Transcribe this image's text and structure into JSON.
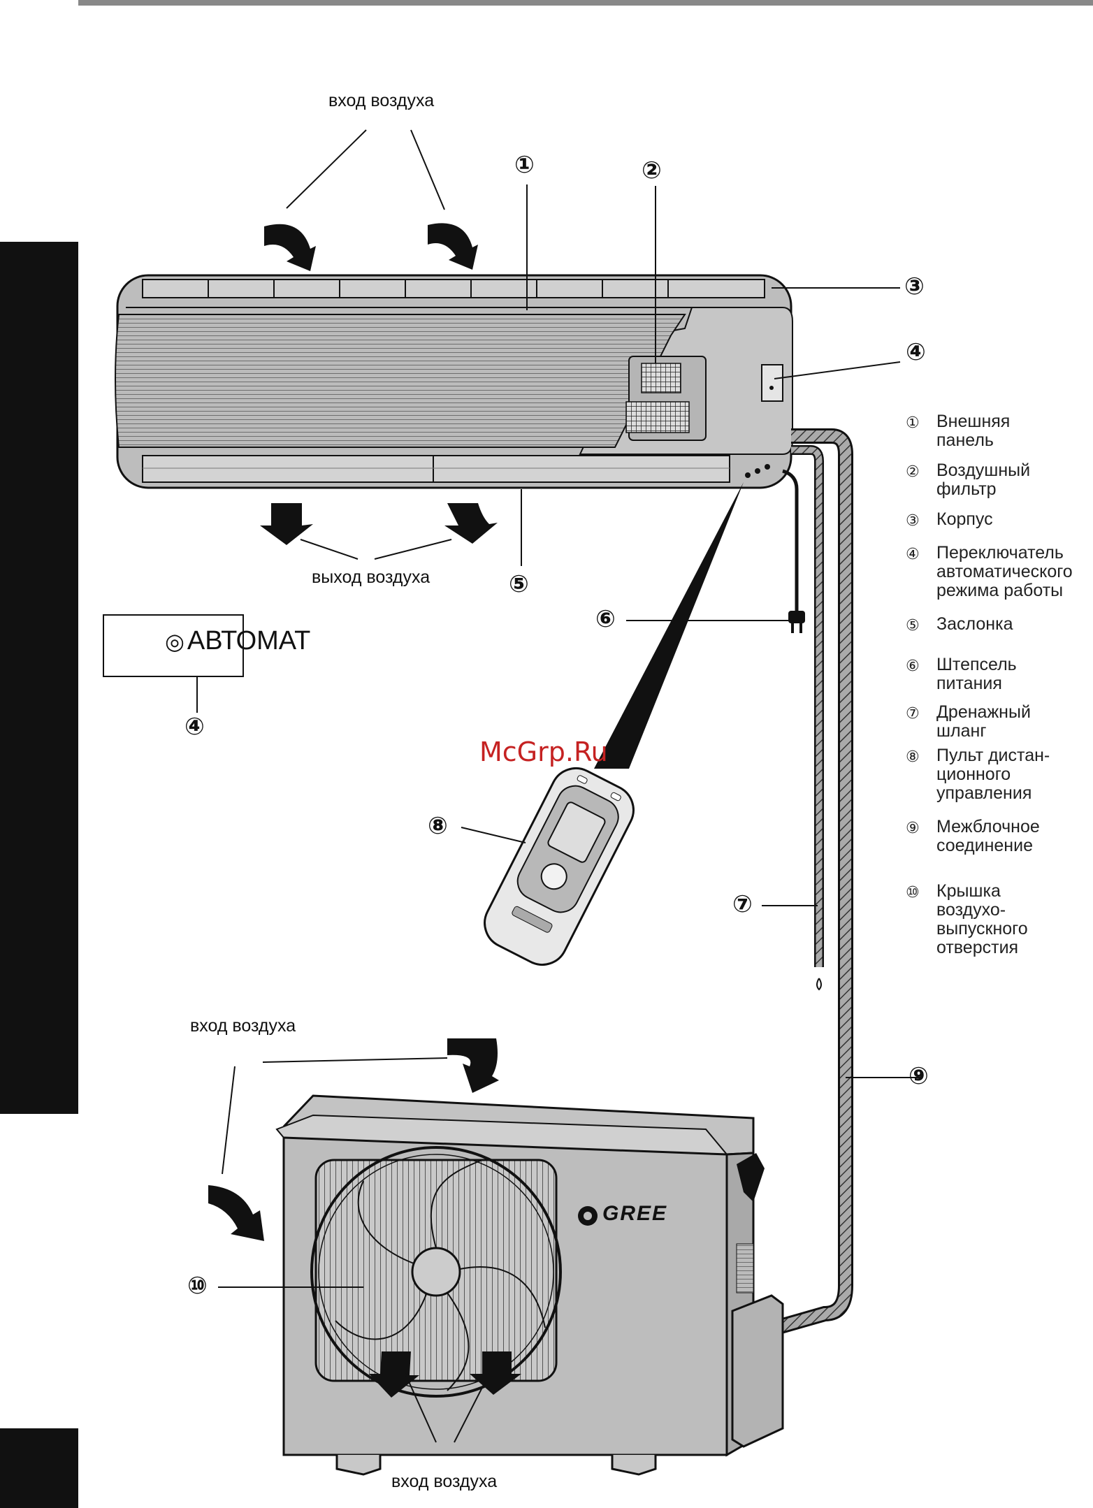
{
  "air_labels": {
    "top_in": "вход воздуха",
    "top_out": "выход воздуха",
    "outdoor_in_left": "вход воздуха",
    "outdoor_in_bottom": "вход воздуха"
  },
  "callouts": [
    "①",
    "②",
    "③",
    "④",
    "④",
    "⑤",
    "⑥",
    "⑦",
    "⑧",
    "⑨",
    "⑩"
  ],
  "auto_switch": {
    "symbol": "◎",
    "label": "АВТОМАТ"
  },
  "brand": "GREE",
  "watermark": "McGrp.Ru",
  "legend": [
    {
      "num": "①",
      "text": "Внешняя\nпанель"
    },
    {
      "num": "②",
      "text": "Воздушный\nфильтр"
    },
    {
      "num": "③",
      "text": "Корпус"
    },
    {
      "num": "④",
      "text": "Переключатель\nавтоматического\nрежима работы"
    },
    {
      "num": "⑤",
      "text": "Заслонка"
    },
    {
      "num": "⑥",
      "text": "Штепсель\nпитания"
    },
    {
      "num": "⑦",
      "text": "Дренажный\nшланг"
    },
    {
      "num": "⑧",
      "text": "Пульт дистан-\nционного\nуправления"
    },
    {
      "num": "⑨",
      "text": "Межблочное\nсоединение"
    },
    {
      "num": "⑩",
      "text": "Крышка\nвоздухо-\nвыпускного\nотверстия"
    }
  ],
  "colors": {
    "body": "#bdbdbd",
    "dark": "#1a1a1a",
    "tab": "#111111",
    "watermark": "#c52222"
  }
}
